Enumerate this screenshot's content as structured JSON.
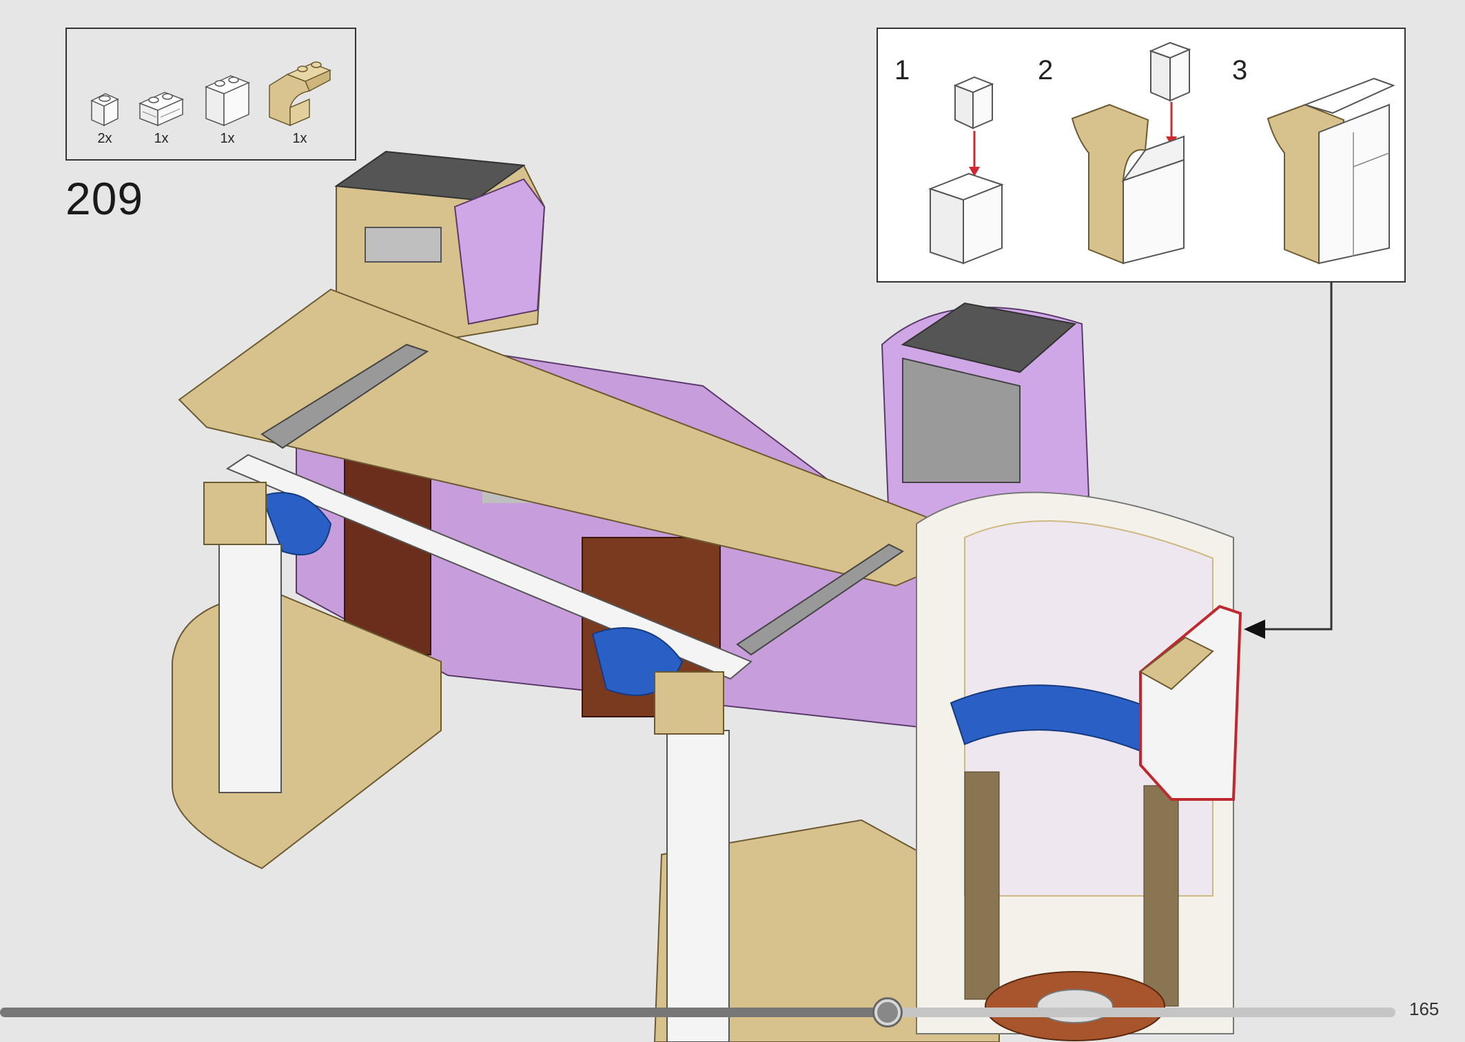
{
  "step": {
    "number": "209"
  },
  "parts": [
    {
      "qty": "2x",
      "icon": "white-1x1-brick-icon",
      "color": "#f2f2f2"
    },
    {
      "qty": "1x",
      "icon": "white-1x2-masonry-brick-icon",
      "color": "#f2f2f2"
    },
    {
      "qty": "1x",
      "icon": "white-1x2x2-brick-icon",
      "color": "#f2f2f2"
    },
    {
      "qty": "1x",
      "icon": "tan-arch-brick-icon",
      "color": "#d9c38f"
    }
  ],
  "callout": {
    "steps": [
      "1",
      "2",
      "3"
    ],
    "arrow_color": "#d0282e"
  },
  "model": {
    "tan": "#d7c18d",
    "lavender": "#cfa6e6",
    "dark_gray": "#666666",
    "blue": "#2a5fc6",
    "white": "#f4f4f4",
    "brown": "#6b2e1c",
    "highlight": "#c0282e"
  },
  "footer": {
    "page_number": "165",
    "progress": 0.636
  }
}
